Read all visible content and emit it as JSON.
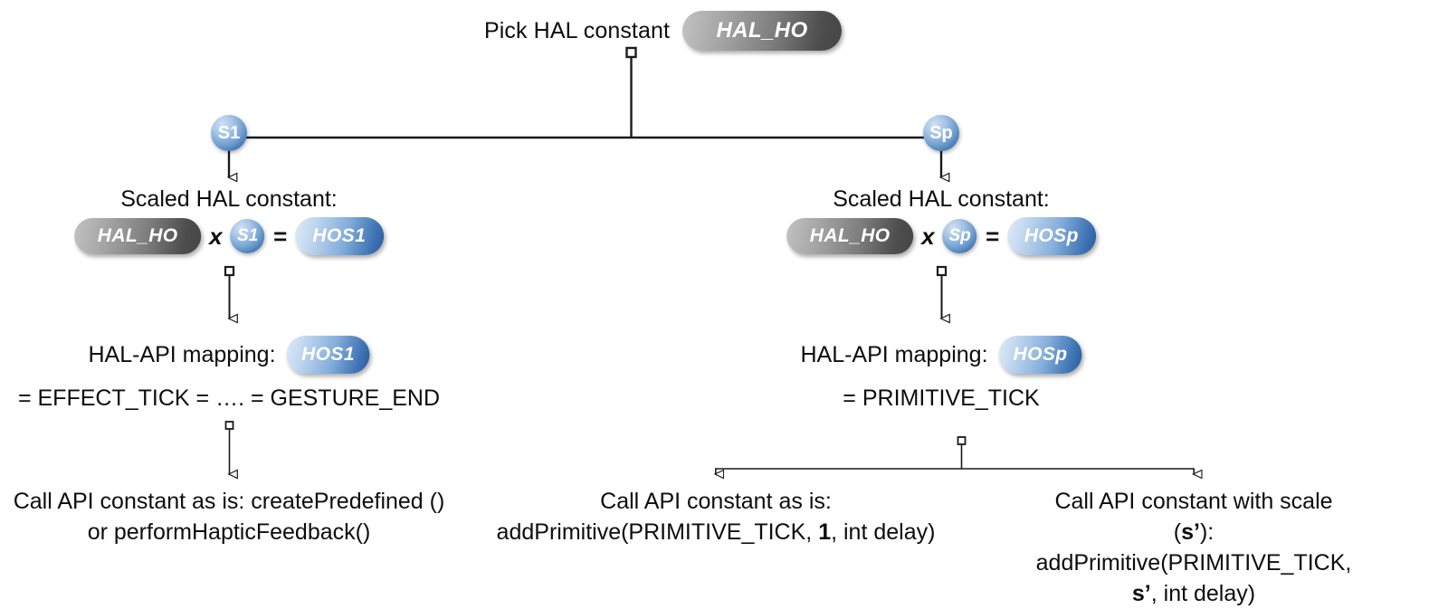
{
  "diagram": {
    "title_row": {
      "label": "Pick HAL constant",
      "pill": "HAL_HO"
    },
    "branches": [
      {
        "id": "left",
        "split_badge": "S1",
        "scaled": {
          "heading": "Scaled HAL constant:",
          "operand_a": "HAL_HO",
          "multiply_symbol": "x",
          "operand_b": "S1",
          "equals_symbol": "=",
          "result": "HOS1"
        },
        "mapping": {
          "label": "HAL-API mapping:",
          "pill": "HOS1",
          "expansion": "= EFFECT_TICK = …. = GESTURE_END"
        },
        "leaves": [
          {
            "line1": "Call API constant as is: createPredefined ()",
            "line2": "or performHapticFeedback()"
          }
        ]
      },
      {
        "id": "right",
        "split_badge": "Sp",
        "scaled": {
          "heading": "Scaled HAL constant:",
          "operand_a": "HAL_HO",
          "multiply_symbol": "x",
          "operand_b": "Sp",
          "equals_symbol": "=",
          "result": "HOSp"
        },
        "mapping": {
          "label": "HAL-API mapping:",
          "pill": "HOSp",
          "expansion": "= PRIMITIVE_TICK"
        },
        "leaves": [
          {
            "line1": "Call API constant as is:",
            "line2_prefix": "addPrimitive(PRIMITIVE_TICK, ",
            "line2_bold": "1",
            "line2_suffix": ", int delay)"
          },
          {
            "line1_prefix": "Call API constant with scale (",
            "line1_bold": "s’",
            "line1_suffix": "):",
            "line2_prefix": "addPrimitive(PRIMITIVE_TICK, ",
            "line2_bold": "s’",
            "line2_suffix": ", int delay)"
          }
        ]
      }
    ],
    "colors": {
      "background": "#ffffff",
      "text": "#0d0d0d",
      "connector": "#1a1a1a",
      "pill_gray_light": "#c2c2c2",
      "pill_gray_dark": "#454545",
      "pill_blue_light": "#dfeaf7",
      "pill_blue_dark": "#2a5b9b",
      "badge_blue": "#3c6fab"
    }
  }
}
